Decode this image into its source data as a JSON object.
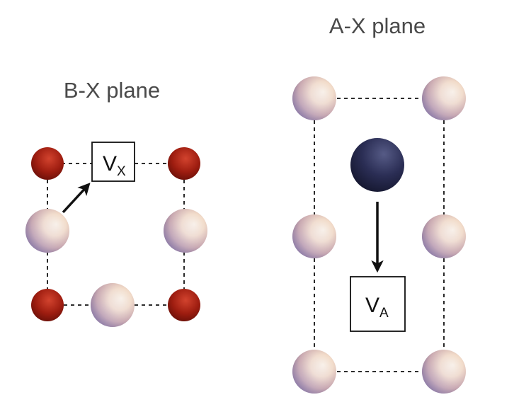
{
  "panels": {
    "bx": {
      "title": "B-X plane",
      "vacancy": {
        "main": "V",
        "sub": "X"
      }
    },
    "ax": {
      "title": "A-X plane",
      "vacancy": {
        "main": "V",
        "sub": "A"
      }
    }
  },
  "colors": {
    "b_atom": "#a01b10",
    "x_atom_light": "#fdf2e8",
    "x_atom_rim": "#7b5a78",
    "a_atom": "#2a2d50",
    "line": "#111111"
  }
}
